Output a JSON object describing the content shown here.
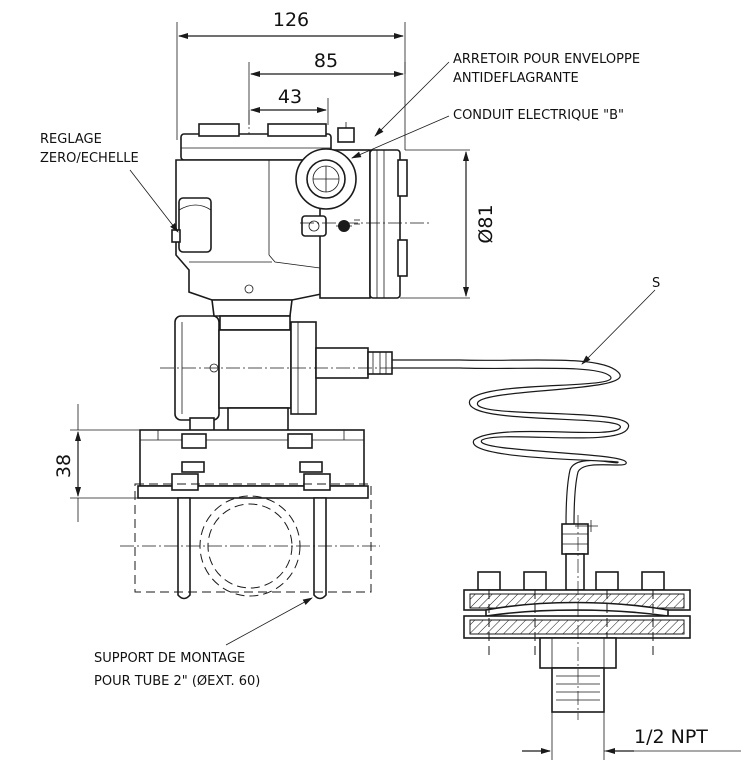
{
  "dimensions": {
    "width_126": "126",
    "width_85": "85",
    "width_43": "43",
    "diameter_81": "Ø81",
    "height_38": "38",
    "thread_npt": "1/2 NPT"
  },
  "labels": {
    "zero_span_line1": "REGLAGE",
    "zero_span_line2": "ZERO/ECHELLE",
    "lock_line1": "ARRETOIR POUR ENVELOPPE",
    "lock_line2": "ANTIDEFLAGRANTE",
    "conduit": "CONDUIT ELECTRIQUE \"B\"",
    "capillary": "S",
    "mount_line1": "SUPPORT DE MONTAGE",
    "mount_line2": "POUR TUBE 2\" (ØEXT. 60)"
  }
}
